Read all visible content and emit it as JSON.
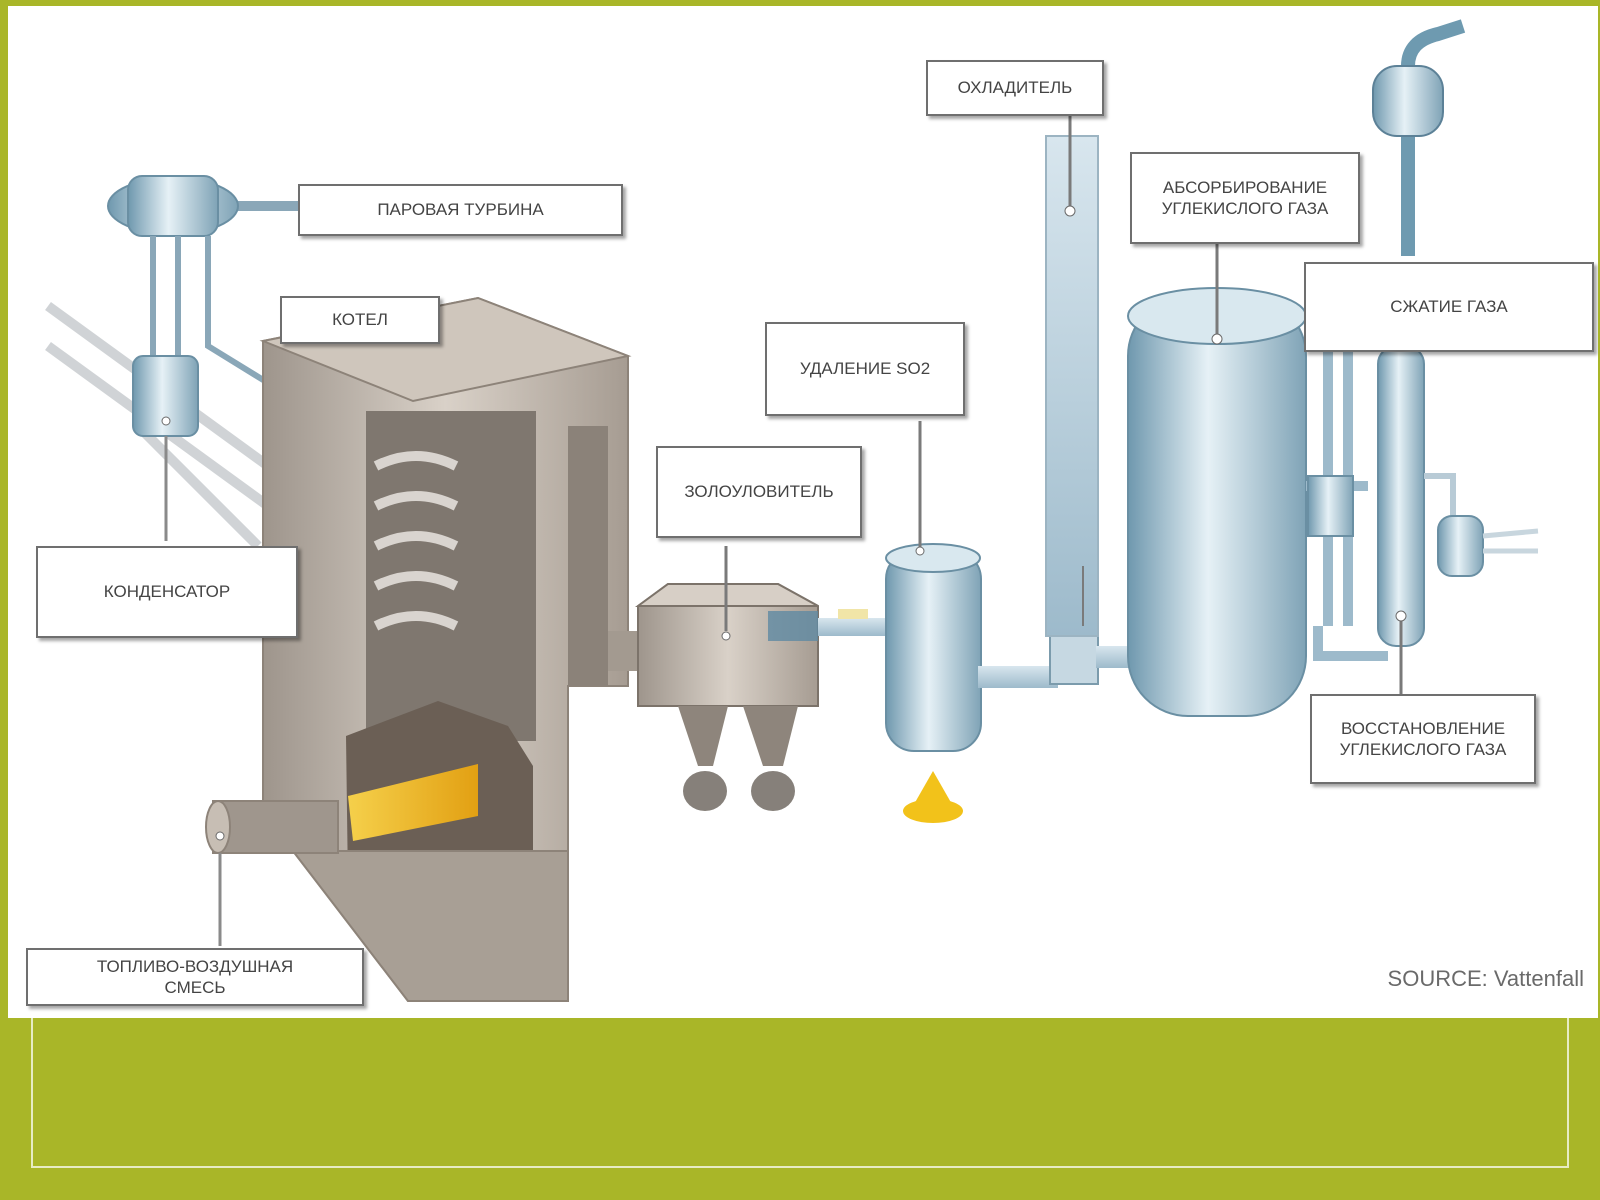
{
  "labels": {
    "steam_turbine": "ПАРОВАЯ ТУРБИНА",
    "boiler": "КОТЕЛ",
    "condenser": "КОНДЕНСАТОР",
    "fuel_air_mix": "ТОПЛИВО-ВОЗДУШНАЯ\nСМЕСЬ",
    "ash_collector": "ЗОЛОУЛОВИТЕЛЬ",
    "so2_removal": "УДАЛЕНИЕ SO2",
    "cooler": "ОХЛАДИТЕЛЬ",
    "co2_absorption": "АБСОРБИРОВАНИЕ\nУГЛЕКИСЛОГО ГАЗА",
    "gas_compression": "СЖАТИЕ ГАЗА",
    "co2_recovery": "ВОССТАНОВЛЕНИЕ\nУГЛЕКИСЛОГО ГАЗА"
  },
  "source": "SOURCE: Vattenfall",
  "colors": {
    "frame_green": "#a9b628",
    "equipment_blue": "#8fb4c8",
    "boiler_tan": "#b0a59b",
    "flame_yellow": "#f2c21a"
  }
}
